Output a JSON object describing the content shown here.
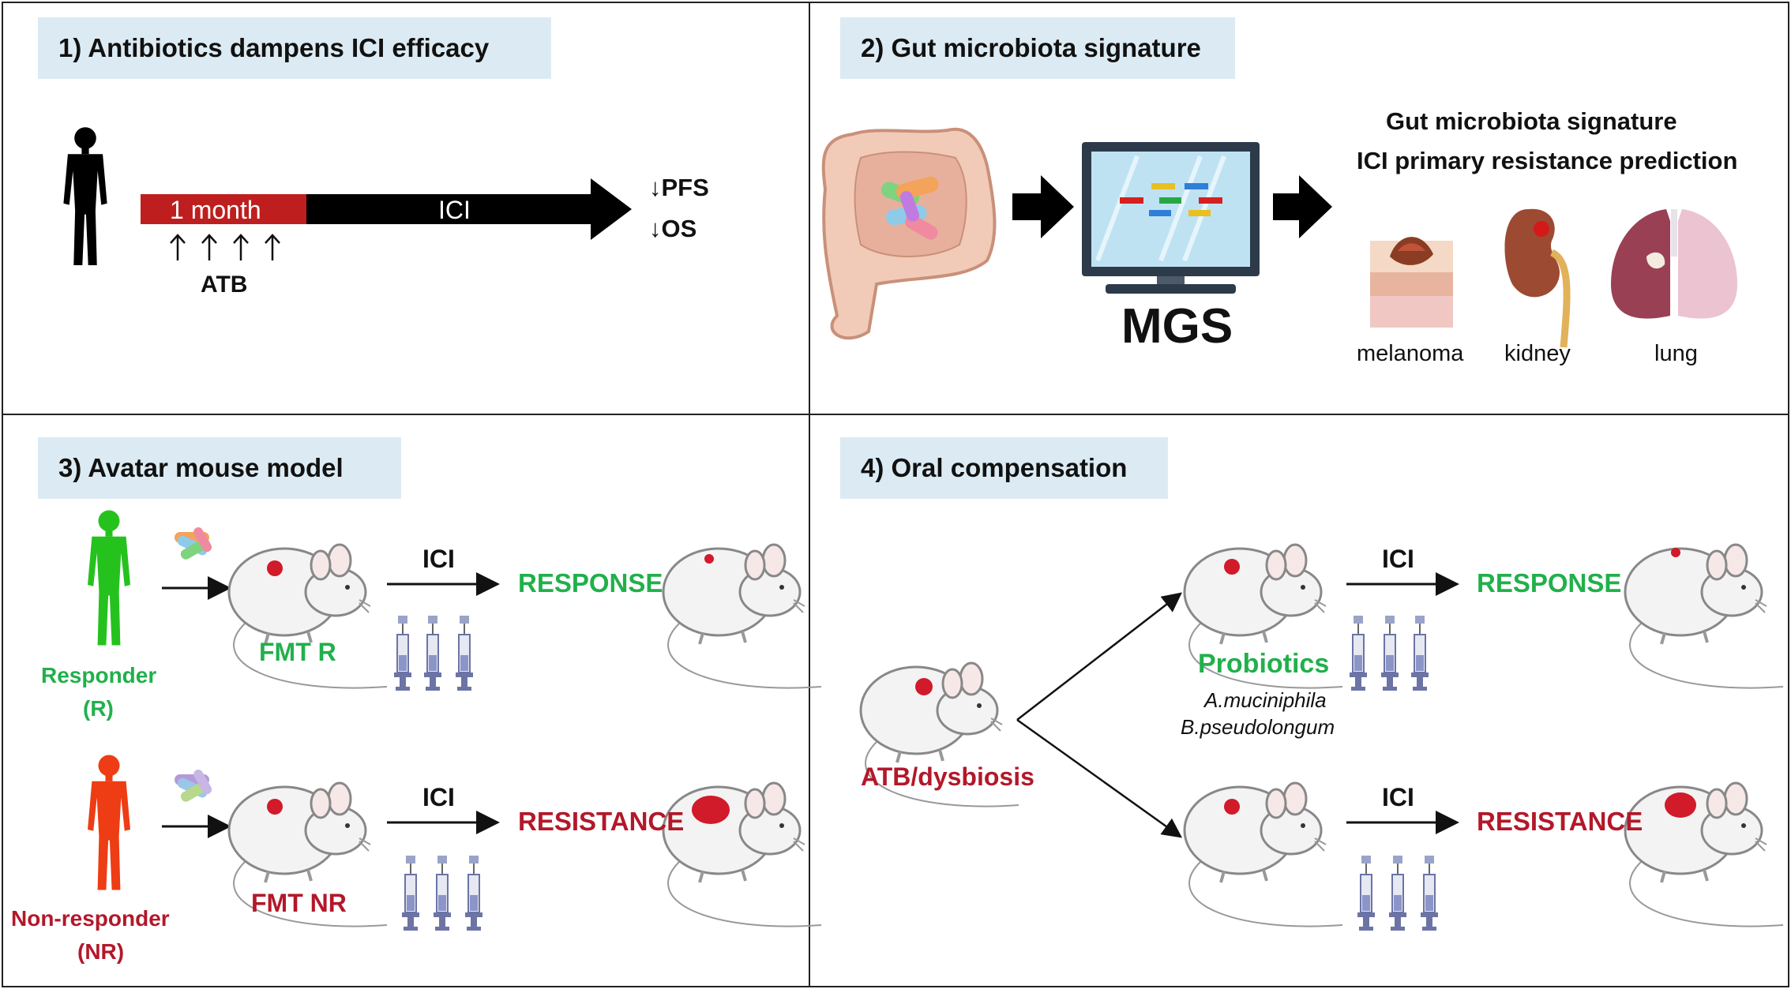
{
  "panels": {
    "p1": {
      "title": "1) Antibiotics dampens ICI efficacy",
      "bar_label": "1 month",
      "ici_label": "ICI",
      "atb_label": "ATB",
      "pfs": "↓PFS",
      "os": "↓OS"
    },
    "p2": {
      "title": "2) Gut microbiota signature",
      "mgs": "MGS",
      "heading_line1": "Gut microbiota signature",
      "heading_line2": "ICI primary resistance prediction",
      "melanoma": "melanoma",
      "kidney": "kidney",
      "lung": "lung"
    },
    "p3": {
      "title": "3) Avatar mouse model",
      "responder": "Responder",
      "responder_abbr": "(R)",
      "non_responder": "Non-responder",
      "non_responder_abbr": "(NR)",
      "fmt_r": "FMT R",
      "fmt_nr": "FMT NR",
      "ici_top": "ICI",
      "ici_bottom": "ICI",
      "response": "RESPONSE",
      "resistance": "RESISTANCE"
    },
    "p4": {
      "title": "4) Oral compensation",
      "atb_dysbiosis": "ATB/dysbiosis",
      "probiotics": "Probiotics",
      "strain1": "A.muciniphila",
      "strain2": "B.pseudolongum",
      "ici_top": "ICI",
      "ici_bottom": "ICI",
      "response": "RESPONSE",
      "resistance": "RESISTANCE"
    }
  },
  "colors": {
    "green": "#21b04b",
    "red": "#b3182a",
    "title_bg": "#dcebf3",
    "tumor": "#d11a2a"
  },
  "icons": [
    "human-silhouette-icon",
    "gut-icon",
    "monitor-icon",
    "mouse-icon",
    "syringe-icon",
    "microbiota-icon",
    "melanoma-icon",
    "kidney-icon",
    "lung-icon"
  ]
}
